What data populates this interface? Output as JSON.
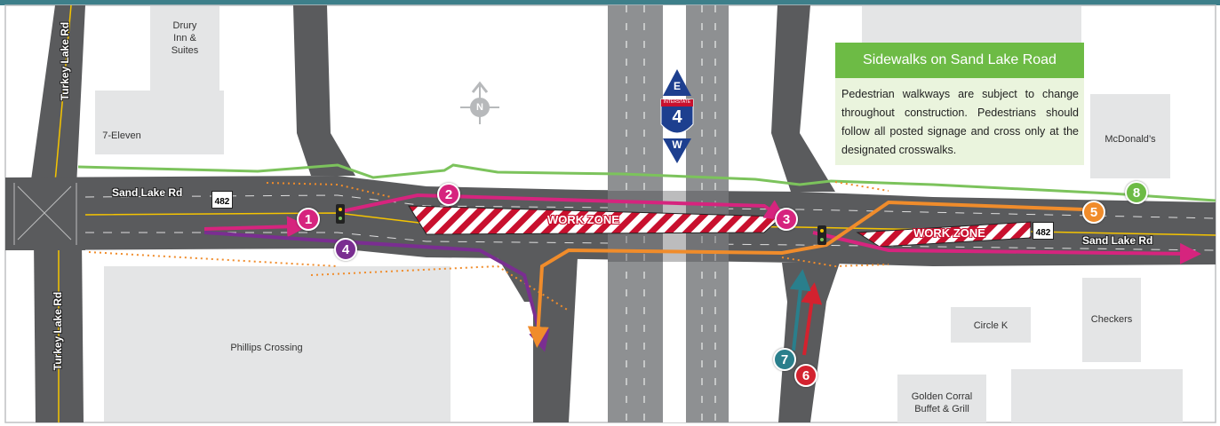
{
  "colors": {
    "frame": "#3d7f8a",
    "road": "#5a5b5d",
    "building": "#e4e5e6",
    "work_zone": "#c8102e",
    "route_magenta": "#d6247e",
    "route_purple": "#7a2e91",
    "route_orange": "#f08c2b",
    "route_red": "#d3222f",
    "route_teal": "#2a7f8c",
    "sidewalk_green": "#7cc35c",
    "interstate_blue": "#1d3f8f"
  },
  "roads": {
    "sand_lake_left": "Sand Lake Rd",
    "sand_lake_right": "Sand Lake Rd",
    "turkey_lake_top": "Turkey Lake Rd",
    "turkey_lake_bottom": "Turkey Lake Rd",
    "state_route": "482",
    "interstate": {
      "number": "4",
      "banner": "INTERSTATE",
      "dir_up": "E",
      "dir_down": "W"
    }
  },
  "compass": "N",
  "work_zone_label": "WORK ZONE",
  "businesses": {
    "drury": "Drury\nInn &\nSuites",
    "seven_eleven": "7-Eleven",
    "phillips": "Phillips Crossing",
    "mcdonalds": "McDonald’s",
    "circle_k": "Circle K",
    "checkers": "Checkers",
    "golden_corral": "Golden Corral\nBuffet & Grill"
  },
  "markers": [
    "1",
    "2",
    "3",
    "4",
    "5",
    "6",
    "7",
    "8"
  ],
  "info_box": {
    "title": "Sidewalks on Sand Lake Road",
    "body": "Pedestrian walkways are subject to change throughout construction. Pedestrians should follow all posted signage and cross only at the designated crosswalks."
  }
}
